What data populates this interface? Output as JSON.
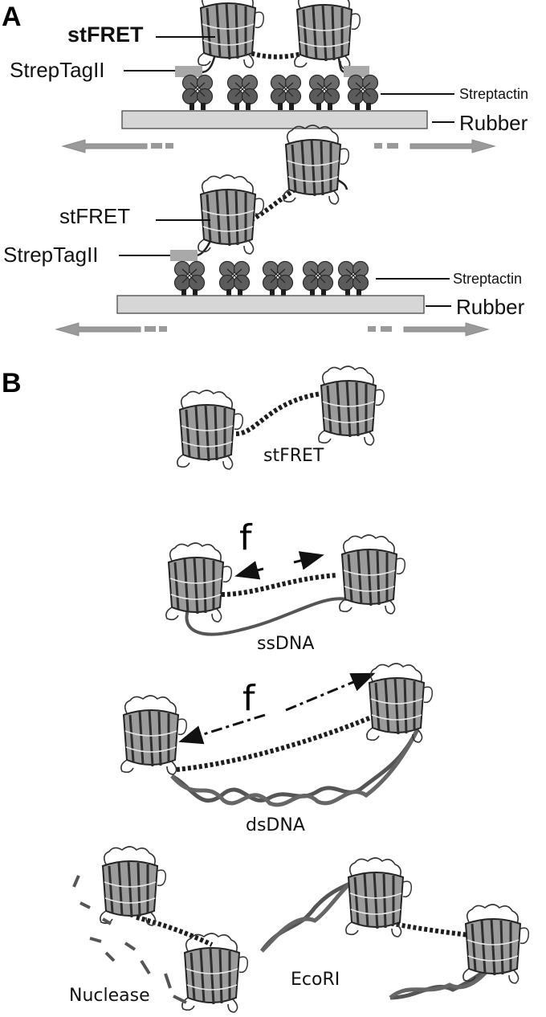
{
  "panel_a": {
    "label": "A",
    "top": {
      "stfret_label": "stFRET",
      "streptag_label": "StrepTagII",
      "streptactin_label": "Streptactin",
      "rubber_label": "Rubber"
    },
    "bottom": {
      "stfret_label": "stFRET",
      "streptag_label": "StrepTagII",
      "streptactin_label": "Streptactin",
      "rubber_label": "Rubber"
    }
  },
  "panel_b": {
    "label": "B",
    "stfret_label": "stFRET",
    "ssdna": {
      "force_label": "f",
      "dna_label": "ssDNA"
    },
    "dsdna": {
      "force_label": "f",
      "dna_label": "dsDNA"
    },
    "nuclease_label": "Nuclease",
    "ecori_label": "EcoRI"
  },
  "colors": {
    "rubber_fill": "#d6d6d6",
    "arrow_fill": "#9a9a9a",
    "tag_fill": "#a9a9a9",
    "protein": "#444444",
    "helix": "#2a2a2a",
    "dna": "#555555"
  }
}
